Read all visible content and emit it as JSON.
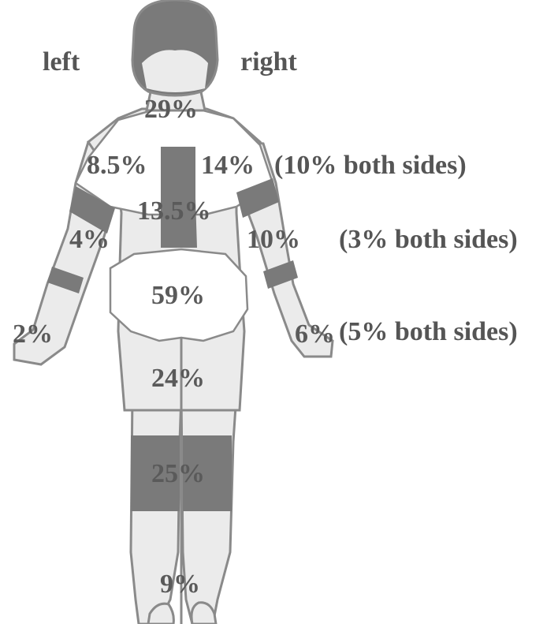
{
  "colors": {
    "background": "#ffffff",
    "body_fill": "#ebebeb",
    "region_fill": "#ffffff",
    "band_fill": "#7a7a7a",
    "head_fill": "#7a7a7a",
    "outline": "#8a8a8a",
    "text": "#5a5a5a"
  },
  "labels": {
    "left": "left",
    "right": "right",
    "head_neck": "29%",
    "left_shoulder": "8.5%",
    "right_shoulder": "14%",
    "shoulder_both": "(10% both sides)",
    "upper_back": "13.5%",
    "left_elbow": "4%",
    "right_elbow": "10%",
    "elbow_both": "(3% both sides)",
    "lower_back": "59%",
    "left_hand": "2%",
    "right_hand": "6%",
    "hand_both": "(5% both sides)",
    "hip_thigh": "24%",
    "knee": "25%",
    "foot": "9%"
  }
}
